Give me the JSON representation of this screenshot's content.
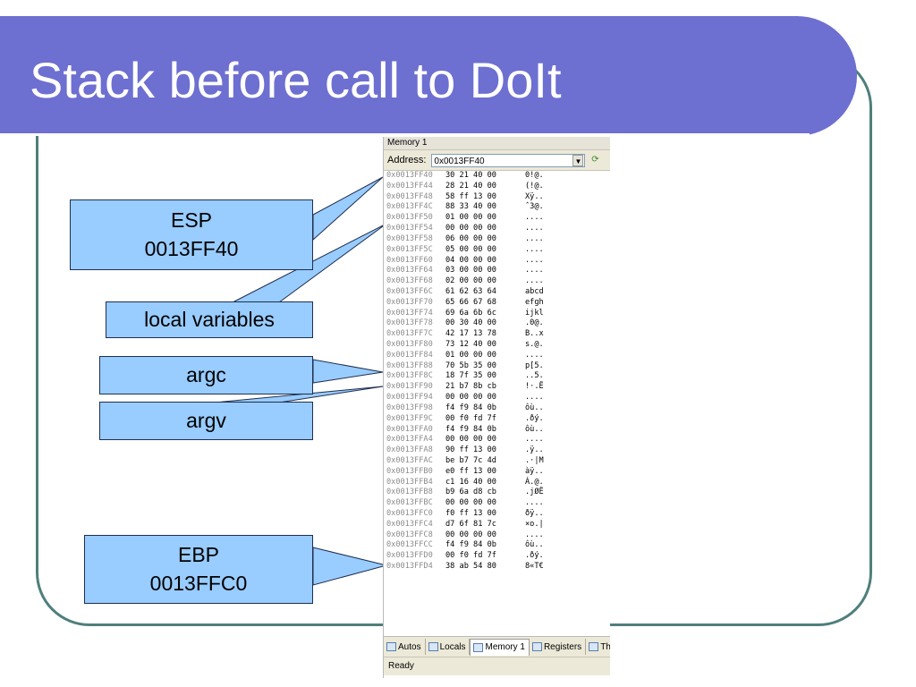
{
  "slide": {
    "title": "Stack before call to DoIt"
  },
  "callouts": {
    "esp": {
      "line1": "ESP",
      "line2": "0013FF40"
    },
    "locals": {
      "label": "local variables"
    },
    "argc": {
      "label": "argc"
    },
    "argv": {
      "label": "argv"
    },
    "ebp": {
      "line1": "EBP",
      "line2": "0013FFC0"
    }
  },
  "memory_window": {
    "title": "Memory 1",
    "address_label": "Address:",
    "address_value": "0x0013FF40",
    "dropdown_icon": "chevron-down-icon",
    "go_icon": "refresh-icon",
    "rows": [
      {
        "addr": "0x0013FF40",
        "bytes": "30 21 40 00",
        "ascii": "0!@."
      },
      {
        "addr": "0x0013FF44",
        "bytes": "28 21 40 00",
        "ascii": "(!@."
      },
      {
        "addr": "0x0013FF48",
        "bytes": "58 ff 13 00",
        "ascii": "Xÿ.."
      },
      {
        "addr": "0x0013FF4C",
        "bytes": "88 33 40 00",
        "ascii": "ˆ3@."
      },
      {
        "addr": "0x0013FF50",
        "bytes": "01 00 00 00",
        "ascii": "...."
      },
      {
        "addr": "0x0013FF54",
        "bytes": "00 00 00 00",
        "ascii": "...."
      },
      {
        "addr": "0x0013FF58",
        "bytes": "06 00 00 00",
        "ascii": "...."
      },
      {
        "addr": "0x0013FF5C",
        "bytes": "05 00 00 00",
        "ascii": "...."
      },
      {
        "addr": "0x0013FF60",
        "bytes": "04 00 00 00",
        "ascii": "...."
      },
      {
        "addr": "0x0013FF64",
        "bytes": "03 00 00 00",
        "ascii": "...."
      },
      {
        "addr": "0x0013FF68",
        "bytes": "02 00 00 00",
        "ascii": "...."
      },
      {
        "addr": "0x0013FF6C",
        "bytes": "61 62 63 64",
        "ascii": "abcd"
      },
      {
        "addr": "0x0013FF70",
        "bytes": "65 66 67 68",
        "ascii": "efgh"
      },
      {
        "addr": "0x0013FF74",
        "bytes": "69 6a 6b 6c",
        "ascii": "ijkl"
      },
      {
        "addr": "0x0013FF78",
        "bytes": "00 30 40 00",
        "ascii": ".0@."
      },
      {
        "addr": "0x0013FF7C",
        "bytes": "42 17 13 78",
        "ascii": "B..x"
      },
      {
        "addr": "0x0013FF80",
        "bytes": "73 12 40 00",
        "ascii": "s.@."
      },
      {
        "addr": "0x0013FF84",
        "bytes": "01 00 00 00",
        "ascii": "...."
      },
      {
        "addr": "0x0013FF88",
        "bytes": "70 5b 35 00",
        "ascii": "p[5."
      },
      {
        "addr": "0x0013FF8C",
        "bytes": "18 7f 35 00",
        "ascii": "..5."
      },
      {
        "addr": "0x0013FF90",
        "bytes": "21 b7 8b cb",
        "ascii": "!·.Ë"
      },
      {
        "addr": "0x0013FF94",
        "bytes": "00 00 00 00",
        "ascii": "...."
      },
      {
        "addr": "0x0013FF98",
        "bytes": "f4 f9 84 0b",
        "ascii": "ôù.."
      },
      {
        "addr": "0x0013FF9C",
        "bytes": "00 f0 fd 7f",
        "ascii": ".ðý."
      },
      {
        "addr": "0x0013FFA0",
        "bytes": "f4 f9 84 0b",
        "ascii": "ôù.."
      },
      {
        "addr": "0x0013FFA4",
        "bytes": "00 00 00 00",
        "ascii": "...."
      },
      {
        "addr": "0x0013FFA8",
        "bytes": "90 ff 13 00",
        "ascii": ".ÿ.."
      },
      {
        "addr": "0x0013FFAC",
        "bytes": "be b7 7c 4d",
        "ascii": ".·|M"
      },
      {
        "addr": "0x0013FFB0",
        "bytes": "e0 ff 13 00",
        "ascii": "àÿ.."
      },
      {
        "addr": "0x0013FFB4",
        "bytes": "c1 16 40 00",
        "ascii": "Á.@."
      },
      {
        "addr": "0x0013FFB8",
        "bytes": "b9 6a d8 cb",
        "ascii": ".jØË"
      },
      {
        "addr": "0x0013FFBC",
        "bytes": "00 00 00 00",
        "ascii": "...."
      },
      {
        "addr": "0x0013FFC0",
        "bytes": "f0 ff 13 00",
        "ascii": "ðÿ.."
      },
      {
        "addr": "0x0013FFC4",
        "bytes": "d7 6f 81 7c",
        "ascii": "×o.|"
      },
      {
        "addr": "0x0013FFC8",
        "bytes": "00 00 00 00",
        "ascii": "...."
      },
      {
        "addr": "0x0013FFCC",
        "bytes": "f4 f9 84 0b",
        "ascii": "ôù.."
      },
      {
        "addr": "0x0013FFD0",
        "bytes": "00 f0 fd 7f",
        "ascii": ".ðý."
      },
      {
        "addr": "0x0013FFD4",
        "bytes": "38 ab 54 80",
        "ascii": "8«T€"
      }
    ],
    "tabs": [
      {
        "label": "Autos",
        "icon": "autos-icon",
        "active": false
      },
      {
        "label": "Locals",
        "icon": "locals-icon",
        "active": false
      },
      {
        "label": "Memory 1",
        "icon": "memory-icon",
        "active": true
      },
      {
        "label": "Registers",
        "icon": "registers-icon",
        "active": false
      },
      {
        "label": "Th",
        "icon": "threads-icon",
        "active": false
      }
    ],
    "status": "Ready"
  },
  "colors": {
    "title_bar": "#6d6fd1",
    "frame": "#4f7f7c",
    "callout_fill": "#99ccff"
  }
}
